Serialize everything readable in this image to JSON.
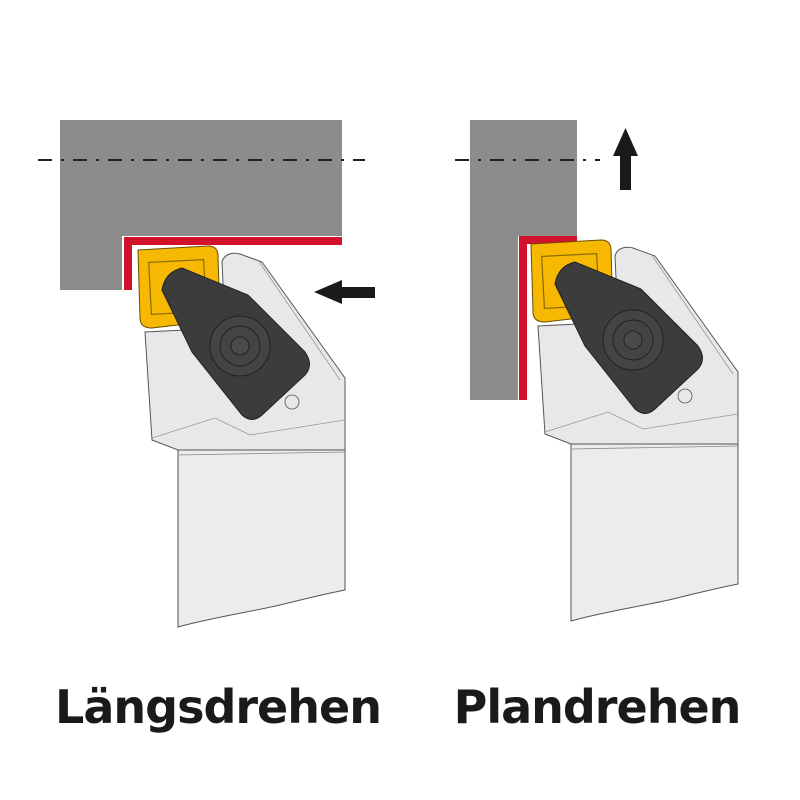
{
  "panels": [
    {
      "label": "Längsdrehen",
      "feed_direction": "left"
    },
    {
      "label": "Plandrehen",
      "feed_direction": "up"
    }
  ],
  "colors": {
    "workpiece": "#8c8c8c",
    "cut_surface": "#d2112a",
    "insert": "#f6b800",
    "clamp": "#3c3c3c",
    "holder": "#e8e8e8",
    "arrow": "#1a1a1a"
  },
  "icons": [
    "feed-arrow-left-icon",
    "feed-arrow-up-icon"
  ]
}
